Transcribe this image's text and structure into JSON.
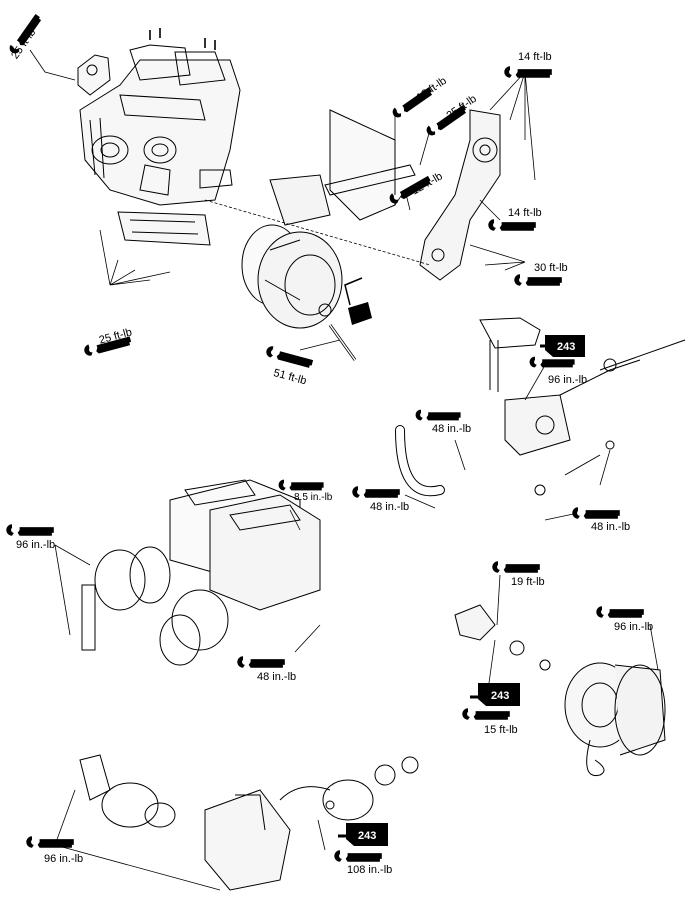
{
  "diagram": {
    "torque_labels": {
      "t1": "25 ft-lb",
      "t2": "12 ft-lb",
      "t3": "25 ft-lb",
      "t4": "14 ft-lb",
      "t5": "12 ft-lb",
      "t6": "14 ft-lb",
      "t7": "30 ft-lb",
      "t8": "25 ft-lb",
      "t9": "51 ft-lb",
      "t10": "96 in.-lb",
      "t11": "48 in.-lb",
      "t12": "48 in.-lb",
      "t13": "48 in.-lb",
      "t14": "8.5 in.-lb",
      "t15": "96 in.-lb",
      "t16": "48 in.-lb",
      "t17": "19 ft-lb",
      "t18": "96 in.-lb",
      "t19": "15 ft-lb",
      "t20": "96 in.-lb",
      "t21": "108 in.-lb"
    },
    "loctite_labels": {
      "l1": "243",
      "l2": "243",
      "l3": "243"
    }
  }
}
